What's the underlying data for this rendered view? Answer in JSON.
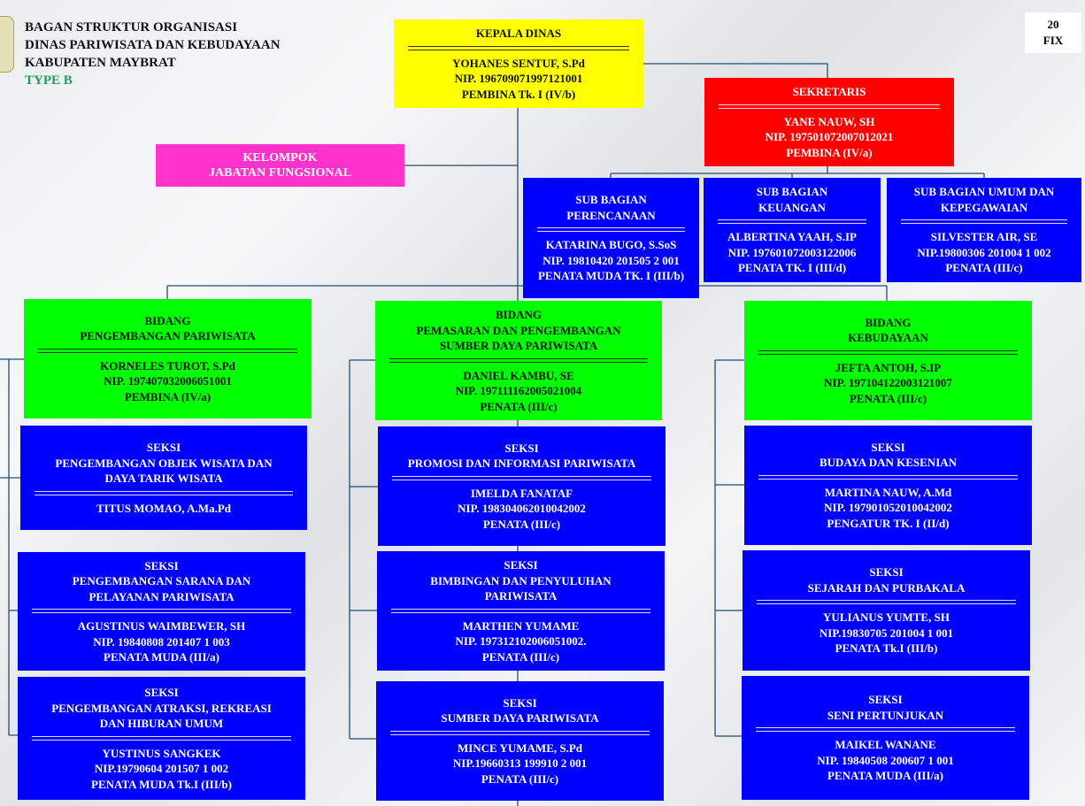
{
  "header": {
    "lines": [
      "BAGAN STRUKTUR ORGANISASI",
      "DINAS PARIWISATA DAN KEBUDAYAAN",
      "KABUPATEN MAYBRAT"
    ],
    "type": "TYPE B"
  },
  "badge": {
    "number": "20",
    "label": "FIX"
  },
  "colors": {
    "yellow": "#ffff00",
    "red": "#ff0000",
    "pink": "#ff33cc",
    "blue": "#0000ff",
    "green": "#00ff00",
    "line": "#1f4e79"
  },
  "boxes": [
    {
      "id": "kepala",
      "color": "yellow",
      "title": [
        "KEPALA DINAS"
      ],
      "name": "YOHANES SENTUF, S.Pd",
      "nip": "NIP. 196709071997121001",
      "rank": "PEMBINA Tk. I (IV/b)"
    },
    {
      "id": "sekretaris",
      "color": "red",
      "title": [
        "SEKRETARIS"
      ],
      "name": "YANE NAUW, SH",
      "nip": "NIP. 197501072007012021",
      "rank": "PEMBINA (IV/a)"
    },
    {
      "id": "kelompok",
      "color": "pink",
      "title": [
        "KELOMPOK",
        "JABATAN FUNGSIONAL"
      ]
    },
    {
      "id": "sub1",
      "color": "blue",
      "title": [
        "SUB BAGIAN",
        "PERENCANAAN"
      ],
      "name": "KATARINA BUGO, S.SoS",
      "nip": "NIP. 19810420 201505 2 001",
      "rank": "PENATA MUDA TK. I (III/b)"
    },
    {
      "id": "sub2",
      "color": "blue",
      "title": [
        "SUB BAGIAN",
        "KEUANGAN"
      ],
      "name": "ALBERTINA YAAH, S.IP",
      "nip": "NIP. 197601072003122006",
      "rank": "PENATA TK. I (III/d)"
    },
    {
      "id": "sub3",
      "color": "blue",
      "title": [
        "SUB BAGIAN UMUM DAN",
        "KEPEGAWAIAN"
      ],
      "name": "SILVESTER AIR, SE",
      "nip": "NIP.19800306 201004 1 002",
      "rank": "PENATA (III/c)"
    },
    {
      "id": "bid1",
      "color": "green",
      "title": [
        "BIDANG",
        "PENGEMBANGAN PARIWISATA"
      ],
      "name": "KORNELES TUROT, S.Pd",
      "nip": "NIP. 197407032006051001",
      "rank": "PEMBINA (IV/a)"
    },
    {
      "id": "bid2",
      "color": "green",
      "title": [
        "BIDANG",
        "PEMASARAN DAN PENGEMBANGAN",
        "SUMBER DAYA PARIWISATA"
      ],
      "name": "DANIEL KAMBU, SE",
      "nip": "NIP. 197111162005021004",
      "rank": "PENATA (III/c)"
    },
    {
      "id": "bid3",
      "color": "green",
      "title": [
        "BIDANG",
        "KEBUDAYAAN"
      ],
      "name": "JEFTA ANTOH, S.IP",
      "nip": "NIP. 197104122003121007",
      "rank": "PENATA (III/c)"
    },
    {
      "id": "s11",
      "color": "blue",
      "title": [
        "SEKSI",
        "PENGEMBANGAN OBJEK WISATA DAN",
        "DAYA TARIK WISATA"
      ],
      "name": "TITUS MOMAO, A.Ma.Pd"
    },
    {
      "id": "s12",
      "color": "blue",
      "title": [
        "SEKSI",
        "PENGEMBANGAN SARANA DAN",
        "PELAYANAN PARIWISATA"
      ],
      "name": "AGUSTINUS WAIMBEWER, SH",
      "nip": "NIP. 19840808 201407 1 003",
      "rank": "PENATA MUDA (III/a)"
    },
    {
      "id": "s13",
      "color": "blue",
      "title": [
        "SEKSI",
        "PENGEMBANGAN ATRAKSI, REKREASI",
        "DAN HIBURAN UMUM"
      ],
      "name": "YUSTINUS SANGKEK",
      "nip": "NIP.19790604 201507 1 002",
      "rank": "PENATA MUDA Tk.I (III/b)"
    },
    {
      "id": "s21",
      "color": "blue",
      "title": [
        "SEKSI",
        "PROMOSI DAN INFORMASI PARIWISATA"
      ],
      "name": "IMELDA FANATAF",
      "nip": "NIP. 198304062010042002",
      "rank": "PENATA (III/c)"
    },
    {
      "id": "s22",
      "color": "blue",
      "title": [
        "SEKSI",
        "BIMBINGAN DAN PENYULUHAN",
        "PARIWISATA"
      ],
      "name": "MARTHEN YUMAME",
      "nip": "NIP. 197312102006051002.",
      "rank": "PENATA (III/c)"
    },
    {
      "id": "s23",
      "color": "blue",
      "title": [
        "SEKSI",
        "SUMBER DAYA PARIWISATA"
      ],
      "name": "MINCE YUMAME, S.Pd",
      "nip": "NIP.19660313 199910 2 001",
      "rank": "PENATA (III/c)"
    },
    {
      "id": "s31",
      "color": "blue",
      "title": [
        "SEKSI",
        "BUDAYA DAN KESENIAN"
      ],
      "name": "MARTINA NAUW, A.Md",
      "nip": "NIP. 197901052010042002",
      "rank": "PENGATUR TK. I (II/d)"
    },
    {
      "id": "s32",
      "color": "blue",
      "title": [
        "SEKSI",
        "SEJARAH DAN PURBAKALA"
      ],
      "name": "YULIANUS YUMTE, SH",
      "nip": "NIP.19830705 201004 1 001",
      "rank": "PENATA  Tk.I (III/b)"
    },
    {
      "id": "s33",
      "color": "blue",
      "title": [
        "SEKSI",
        "SENI PERTUNJUKAN"
      ],
      "name": "MAIKEL WANANE",
      "nip": "NIP. 19840508 200607 1 001",
      "rank": "PENATA MUDA (III/a)"
    }
  ]
}
